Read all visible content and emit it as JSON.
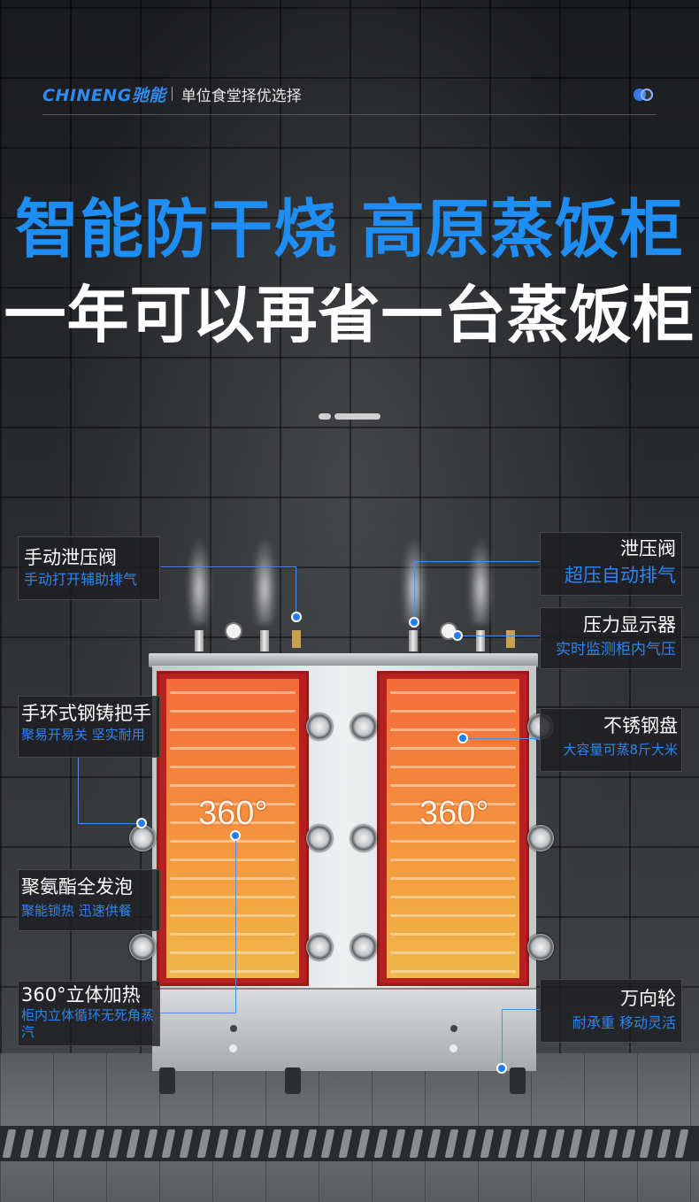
{
  "header": {
    "brand": "CHINENG驰能",
    "slogan": "单位食堂择优选择"
  },
  "headline": {
    "line1": "智能防干烧 高原蒸饭柜",
    "line2": "一年可以再省一台蒸饭柜"
  },
  "product": {
    "temp_label_left": "360°",
    "temp_label_right": "360°"
  },
  "callouts": [
    {
      "title": "手动泄压阀",
      "subtitle": "手动打开辅助排气"
    },
    {
      "title": "泄压阀",
      "subtitle": "超压自动排气"
    },
    {
      "title": "压力显示器",
      "subtitle": "实时监测柜内气压"
    },
    {
      "title": "手环式钢铸把手",
      "subtitle": "聚易开易关 坚实耐用"
    },
    {
      "title": "不锈钢盘",
      "subtitle": "大容量可蒸8斤大米"
    },
    {
      "title": "聚氨酯全发泡",
      "subtitle": "聚能锁热 迅速供餐"
    },
    {
      "title": "360°立体加热",
      "subtitle": "柜内立体循环无死角蒸汽"
    },
    {
      "title": "万向轮",
      "subtitle": "耐承重 移动灵活"
    }
  ],
  "colors": {
    "accent": "#1e8ef5",
    "callout_subtitle": "#2f84f0",
    "heating": "#f4893d"
  }
}
